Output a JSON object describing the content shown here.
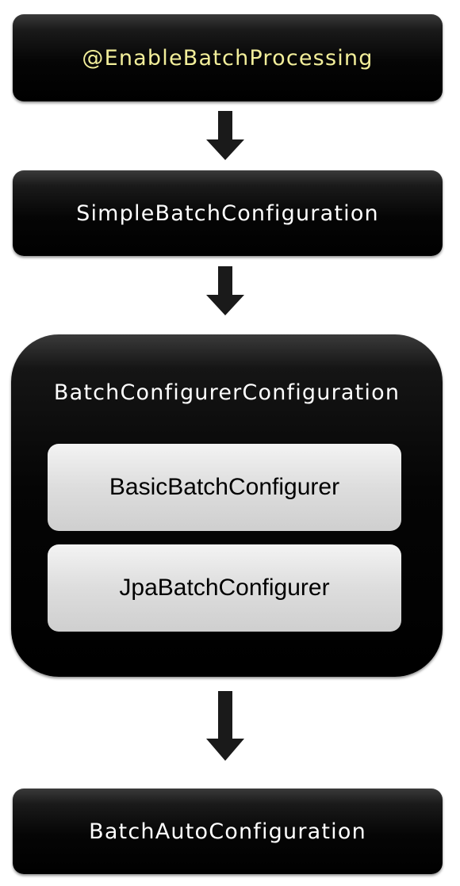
{
  "nodes": {
    "enable_batch_processing": "@EnableBatchProcessing",
    "simple_batch_configuration": "SimpleBatchConfiguration",
    "batch_configurer_configuration": {
      "title": "BatchConfigurerConfiguration",
      "children": [
        "BasicBatchConfigurer",
        "JpaBatchConfigurer"
      ]
    },
    "batch_auto_configuration": "BatchAutoConfiguration"
  },
  "colors": {
    "box_fill": "#000000",
    "annotation_text": "#f2ee9a",
    "box_text": "#ffffff",
    "inner_fill": "#dddddd",
    "inner_text": "#000000",
    "arrow": "#1a1a1a"
  }
}
